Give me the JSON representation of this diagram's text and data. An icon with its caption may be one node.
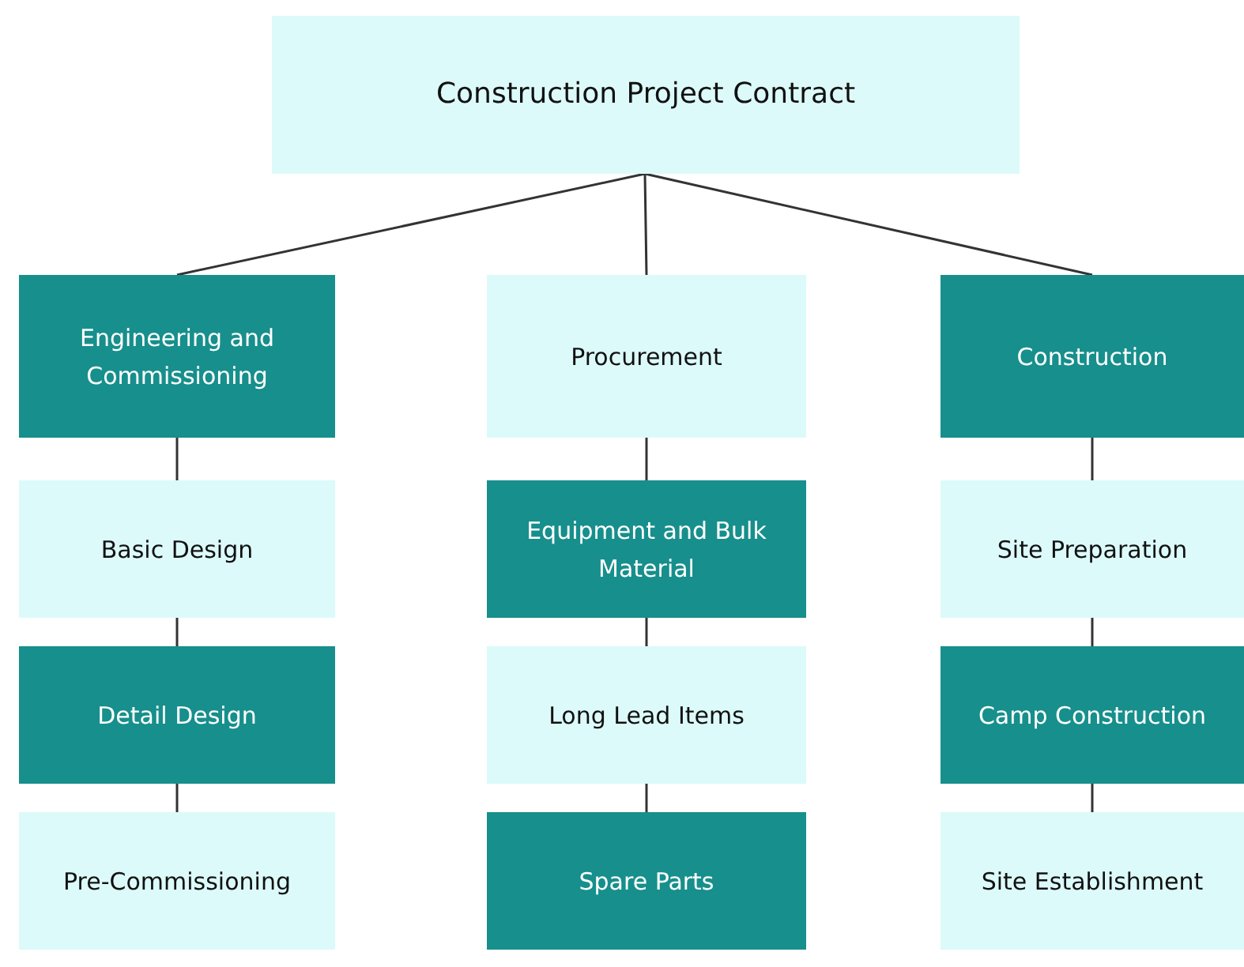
{
  "diagram": {
    "nodes": [
      {
        "text": [
          "Construction Project Contract"
        ]
      },
      {
        "text": [
          "Engineering and Commissioning"
        ]
      },
      {
        "text": [
          "Basic Design"
        ]
      },
      {
        "text": [
          "Detail Design"
        ]
      },
      {
        "text": [
          "Pre-Commissioning"
        ]
      },
      {
        "text": [
          "Procurement"
        ]
      },
      {
        "text": [
          "Equipment and Bulk Material"
        ]
      },
      {
        "text": [
          "Long Lead Items"
        ]
      },
      {
        "text": [
          "Spare Parts"
        ]
      },
      {
        "text": [
          "Construction"
        ]
      },
      {
        "text": [
          "Site Preparation"
        ]
      },
      {
        "text": [
          "Camp Construction"
        ]
      },
      {
        "text": [
          "Site Establishment"
        ]
      }
    ],
    "edges": [
      {
        "from": 0,
        "to": 1,
        "arrow": "none"
      },
      {
        "from": 0,
        "to": 5,
        "arrow": "none"
      },
      {
        "from": 0,
        "to": 9,
        "arrow": "none"
      },
      {
        "from": 1,
        "to": 2,
        "arrow": "none"
      },
      {
        "from": 2,
        "to": 3,
        "arrow": "none"
      },
      {
        "from": 3,
        "to": 4,
        "arrow": "none"
      },
      {
        "from": 5,
        "to": 6,
        "arrow": "none"
      },
      {
        "from": 6,
        "to": 7,
        "arrow": "none"
      },
      {
        "from": 7,
        "to": 8,
        "arrow": "none"
      },
      {
        "from": 9,
        "to": 10,
        "arrow": "none"
      },
      {
        "from": 10,
        "to": 11,
        "arrow": "none"
      },
      {
        "from": 11,
        "to": 12,
        "arrow": "none"
      }
    ]
  }
}
